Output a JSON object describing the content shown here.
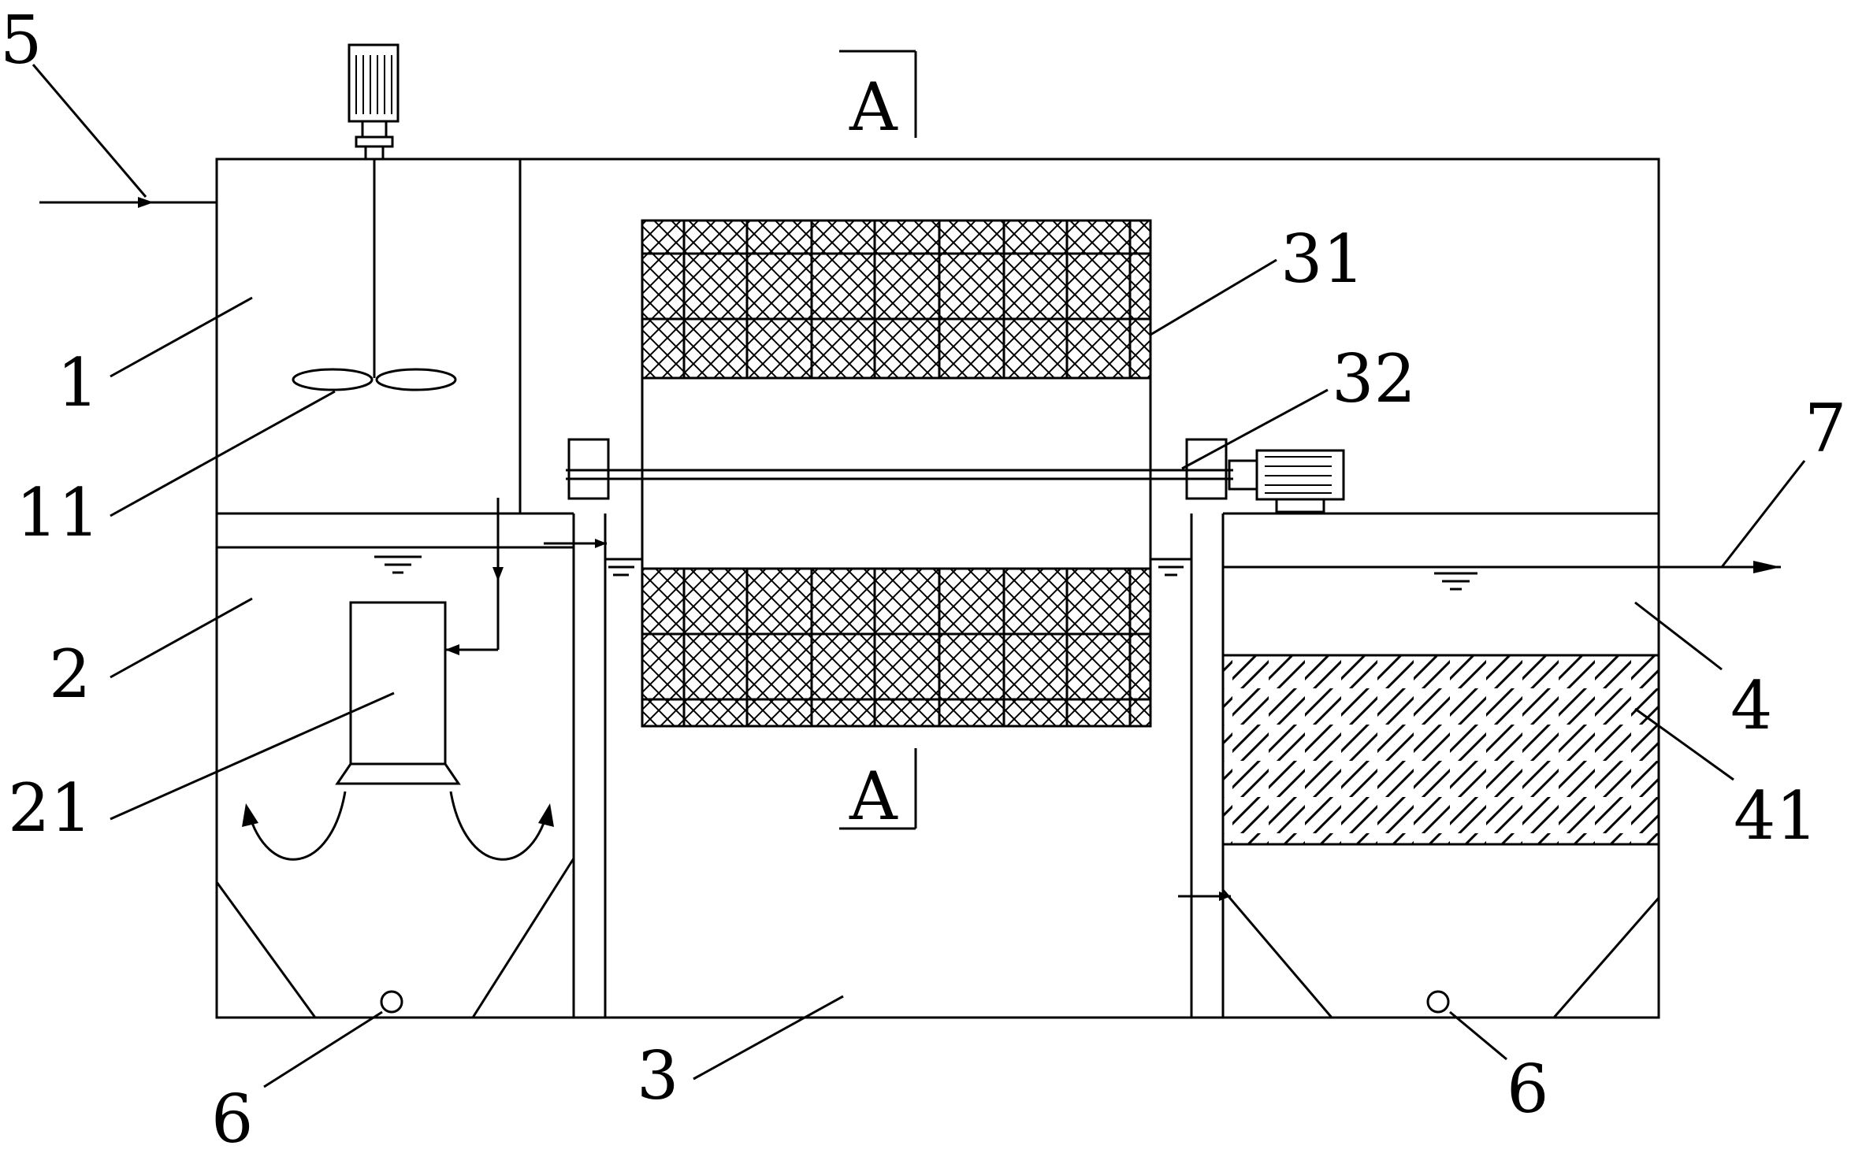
{
  "labels": {
    "inlet": "5",
    "mixing_tank": "1",
    "agitator": "11",
    "settling_tank": "2",
    "center_pipe": "21",
    "main_tank": "3",
    "filter_drum": "31",
    "shaft": "32",
    "outlet": "7",
    "filter_tank": "4",
    "filter_media": "41",
    "drain_left": "6",
    "drain_right": "6"
  },
  "section": {
    "top": "A",
    "bottom": "A"
  },
  "colors": {
    "line": "#000000",
    "background": "#ffffff"
  }
}
